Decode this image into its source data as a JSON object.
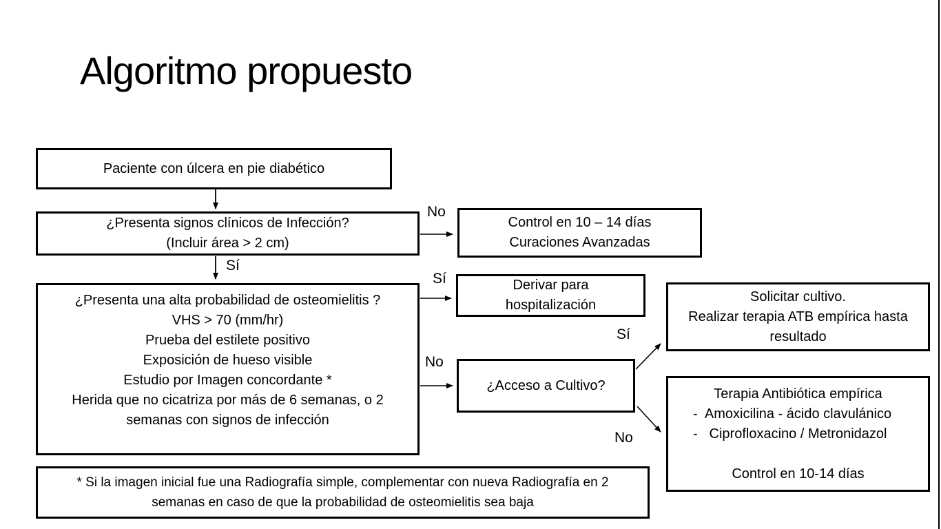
{
  "title": "Algoritmo propuesto",
  "colors": {
    "border": "#000000",
    "text": "#000000",
    "background": "#ffffff"
  },
  "nodes": {
    "paciente": {
      "text": "Paciente con úlcera en pie diabético"
    },
    "infeccion": {
      "line1": "¿Presenta signos clínicos de Infección?",
      "line2": "(Incluir área > 2 cm)"
    },
    "control": {
      "line1": "Control en 10 – 14 días",
      "line2": "Curaciones Avanzadas"
    },
    "derivar": {
      "line1": "Derivar para",
      "line2": "hospitalización"
    },
    "osteomielitis": {
      "lines": [
        "¿Presenta una alta probabilidad de osteomielitis ?",
        "VHS > 70 (mm/hr)",
        "Prueba del estilete positivo",
        "Exposición de hueso visible",
        "Estudio por Imagen concordante *",
        "Herida que no cicatriza por más de 6 semanas, o 2",
        "semanas con signos de infección"
      ]
    },
    "cultivo": {
      "text": "¿Acceso a Cultivo?"
    },
    "solicitar": {
      "lines": [
        "Solicitar cultivo.",
        "Realizar terapia ATB empírica hasta",
        "resultado"
      ]
    },
    "terapia": {
      "title": "Terapia Antibiótica empírica",
      "bullet": "-",
      "items": [
        "Amoxicilina - ácido clavulánico",
        "Ciprofloxacino / Metronidazol"
      ],
      "footer": "Control en 10-14 días"
    },
    "footnote": {
      "line1": "* Si la imagen inicial fue una Radiografía simple, complementar con nueva Radiografía en 2",
      "line2": "semanas en caso de que la probabilidad de osteomielitis sea baja"
    }
  },
  "edges": [
    {
      "from": "paciente",
      "to": "infeccion",
      "label": ""
    },
    {
      "from": "infeccion",
      "to": "control",
      "label": "No"
    },
    {
      "from": "infeccion",
      "to": "osteomielitis",
      "label": "Sí"
    },
    {
      "from": "osteomielitis",
      "to": "derivar",
      "label": "Sí"
    },
    {
      "from": "osteomielitis",
      "to": "cultivo",
      "label": "No"
    },
    {
      "from": "cultivo",
      "to": "solicitar",
      "label": "Sí"
    },
    {
      "from": "cultivo",
      "to": "terapia",
      "label": "No"
    }
  ]
}
